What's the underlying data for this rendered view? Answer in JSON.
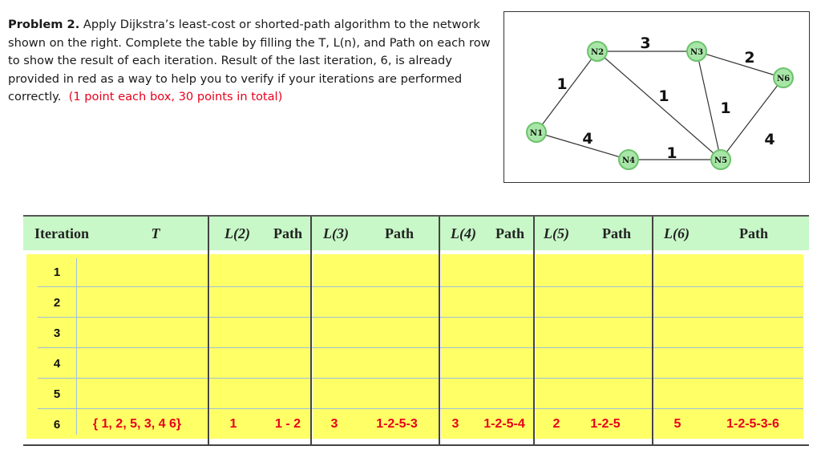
{
  "problem": {
    "label": "Problem 2.",
    "text": " Apply Dijkstra’s least-cost or shorted-path algorithm to the network shown on the right. Complete the table by filling the T, L(n), and Path on each row to show the result of each iteration. Result of the last iteration, 6, is already provided in red as a way to help you to verify if your iterations are performed correctly.",
    "points": "(1 point each box, 30 points in total)"
  },
  "network": {
    "nodes": {
      "n1": "N1",
      "n2": "N2",
      "n3": "N3",
      "n4": "N4",
      "n5": "N5",
      "n6": "N6"
    },
    "weights": {
      "n1_n2": "1",
      "n2_n3": "3",
      "n3_n6": "2",
      "n2_n5": "1",
      "n3_n5": "1",
      "n1_n5": "4",
      "n4_n5": "1",
      "n5_n6": "4"
    },
    "colors": {
      "node_fill": "#a8e6a8",
      "node_edge": "#6cc36c"
    }
  },
  "table": {
    "headers": {
      "iteration": "Iteration",
      "t": "T",
      "l2": "L(2)",
      "p2": "Path",
      "l3": "L(3)",
      "p3": "Path",
      "l4": "L(4)",
      "p4": "Path",
      "l5": "L(5)",
      "p5": "Path",
      "l6": "L(6)",
      "p6": "Path"
    },
    "rows": [
      "1",
      "2",
      "3",
      "4",
      "5",
      "6"
    ],
    "last_row": {
      "t": "{ 1, 2, 5, 3, 4  6}",
      "l2": "1",
      "p2": "1 - 2",
      "l3": "3",
      "p3": "1-2-5-3",
      "l4": "3",
      "p4": "1-2-5-4",
      "l5": "2",
      "p5": "1-2-5",
      "l6": "5",
      "p6": "1-2-5-3-6"
    },
    "colors": {
      "header_bg": "#c8f7c8",
      "cell_bg": "#ffff66",
      "answer_text": "#e8001c"
    }
  }
}
